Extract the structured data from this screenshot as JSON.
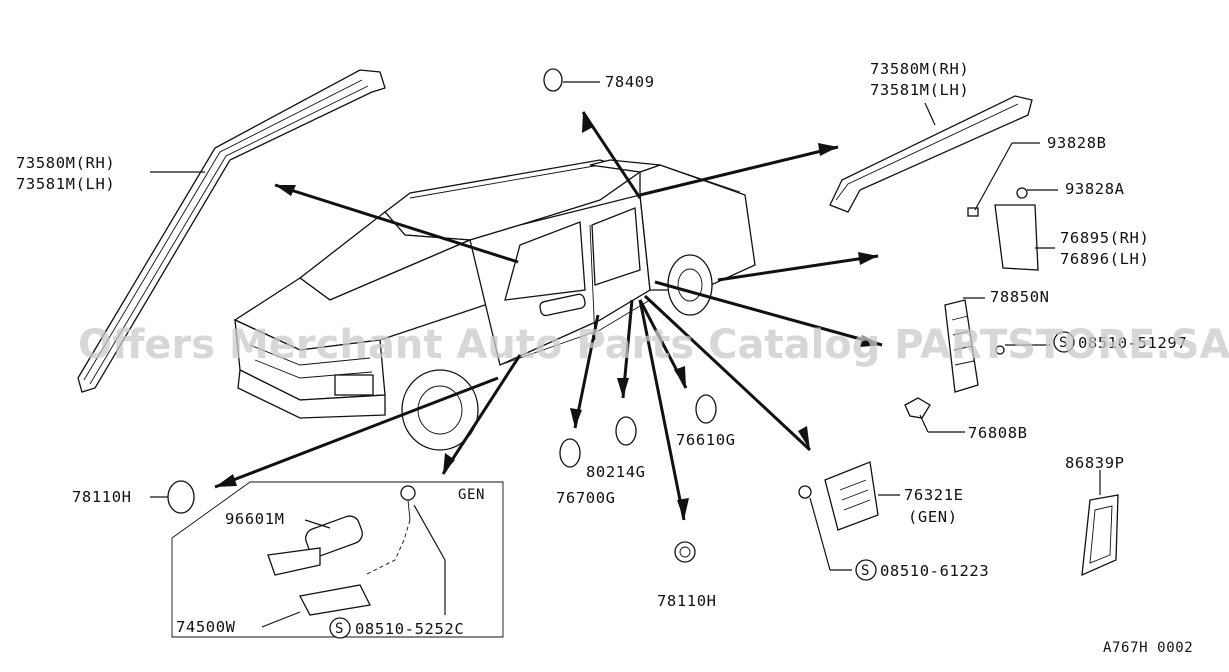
{
  "watermark": "Offers Merchant Auto Parts Catalog PARTSTORE.SA",
  "diagram_code": "A767H 0002",
  "inset_title": "GEN",
  "labels": {
    "roof_rail_left_rh": "73580M(RH)",
    "roof_rail_left_lh": "73581M(LH)",
    "roof_rail_right_rh": "73580M(RH)",
    "roof_rail_right_lh": "73581M(LH)",
    "plug_top": "78409",
    "clip_b": "93828B",
    "clip_a": "93828A",
    "mudguard_rh": "76895(RH)",
    "mudguard_lh": "76896(LH)",
    "grille": "78850N",
    "screw_top": "08510-51297",
    "fastener": "76808B",
    "plate": "86839P",
    "plug_left": "78110H",
    "damper": "96601M",
    "bracket": "74500W",
    "screw_inset": "08510-5252C",
    "grommet_a": "76700G",
    "grommet_b": "80214G",
    "grommet_c": "76610G",
    "plug_bottom": "78110H",
    "cover_num": "76321E",
    "cover_gen": "(GEN)",
    "screw_bottom": "08510-61223",
    "s_mark": "S"
  }
}
